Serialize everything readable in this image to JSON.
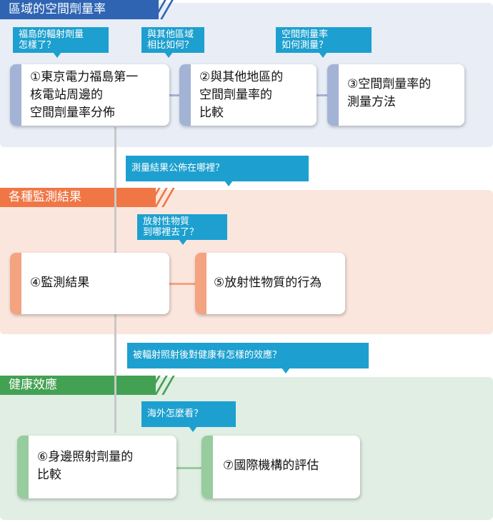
{
  "sections": [
    {
      "title": "區域的空間劑量率",
      "color": "#2f64b3"
    },
    {
      "title": "各種監測結果",
      "color": "#f07645"
    },
    {
      "title": "健康效應",
      "color": "#43a153"
    }
  ],
  "cards": {
    "c1": "①東京電力福島第一\n核電站周邊的\n空間劑量率分佈",
    "c2": "②與其他地區的\n空間劑量率的\n比較",
    "c3": "③空間劑量率的\n測量方法",
    "c4": "④監測結果",
    "c5": "⑤放射性物質的行為",
    "c6": "⑥身邊照射劑量的\n比較",
    "c7": "⑦國際機構的評估"
  },
  "questions": {
    "q1": "福島的輻射劑量\n怎樣了？",
    "q2": "與其他區域\n相比如何？",
    "q3": "空間劑量率\n如何測量？",
    "q4": "測量結果公佈在哪裡？",
    "q5": "放射性物質\n到哪裡去了？",
    "q6": "被輻射照射後對健康有怎樣的效應？",
    "q7": "海外怎麼看？"
  },
  "colors": {
    "question_box": "#1da0cf",
    "section1_bg": "#e8edf6",
    "section2_bg": "#fbe6de",
    "section3_bg": "#e0eee3"
  }
}
